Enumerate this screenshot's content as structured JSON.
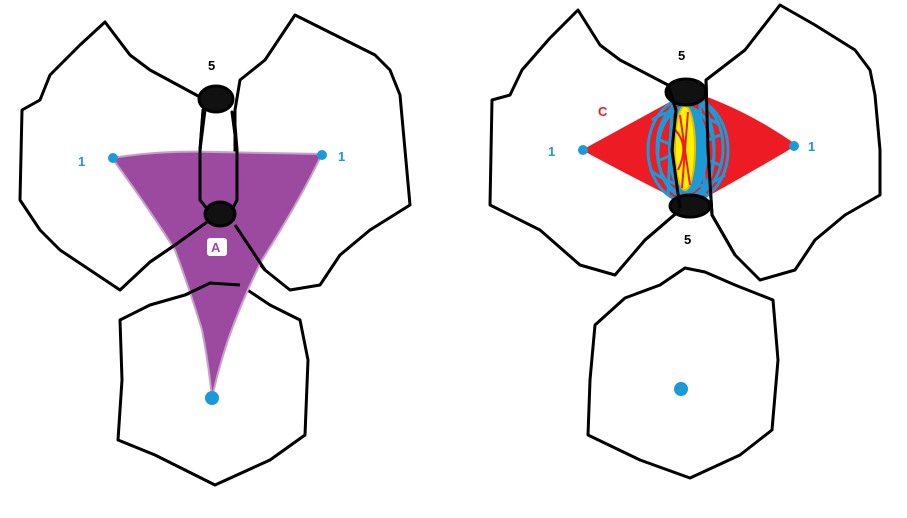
{
  "left_diagram": {
    "label_top_count": "5",
    "label_left_count": "1",
    "label_right_count": "1",
    "region_label": "A",
    "region_color": "#9b4aa0",
    "anchor_color": "#1a9ad6"
  },
  "right_diagram": {
    "label_top_count": "5",
    "label_bottom_count": "5",
    "label_left_count": "1",
    "label_right_count": "1",
    "region_label": "C",
    "region_color": "#ed1c24",
    "overlay_blue": "#1a9ad6",
    "overlay_yellow": "#fff200",
    "anchor_color": "#1a9ad6"
  }
}
